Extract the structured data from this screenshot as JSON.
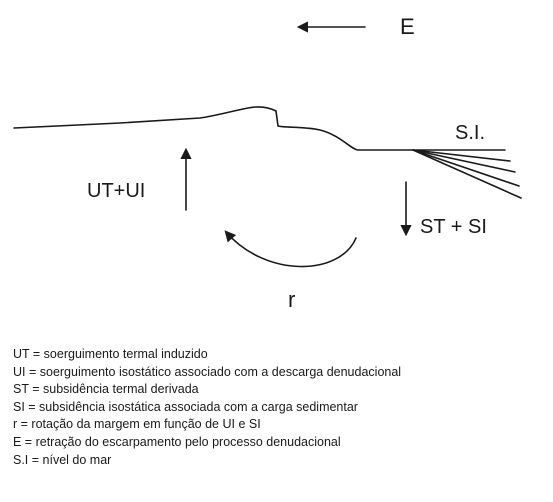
{
  "diagram": {
    "labels": {
      "e": "E",
      "sea_level": "S.I.",
      "uplift": "UT+UI",
      "subsidence": "ST + SI",
      "rotation": "r"
    },
    "legend": [
      "UT = soerguimento termal induzido",
      "UI = soerguimento isostático associado com a descarga denudacional",
      "ST = subsidência termal derivada",
      "SI = subsidência isostática associada com a carga sedimentar",
      "r = rotação da margem em função de UI e SI",
      "E = retração do escarpamento pelo processo denudacional",
      "S.I = nível do mar"
    ],
    "colors": {
      "line": "#1a1a1a",
      "text": "#1a1a1a",
      "background": "#ffffff"
    }
  }
}
